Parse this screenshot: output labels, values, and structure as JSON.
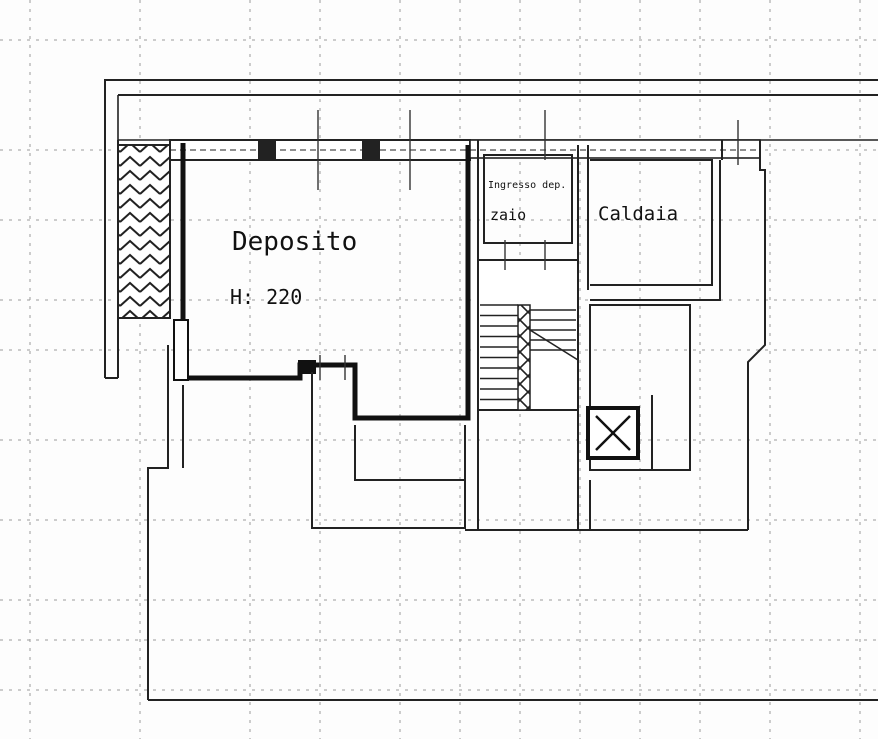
{
  "plan": {
    "rooms": {
      "deposito": {
        "name": "Deposito",
        "height_label": "H: 220"
      },
      "small_room": {
        "name_line1": "Ingresso dep.",
        "name_line2": "zaio"
      },
      "caldaia": {
        "name": "Caldaia"
      }
    }
  }
}
